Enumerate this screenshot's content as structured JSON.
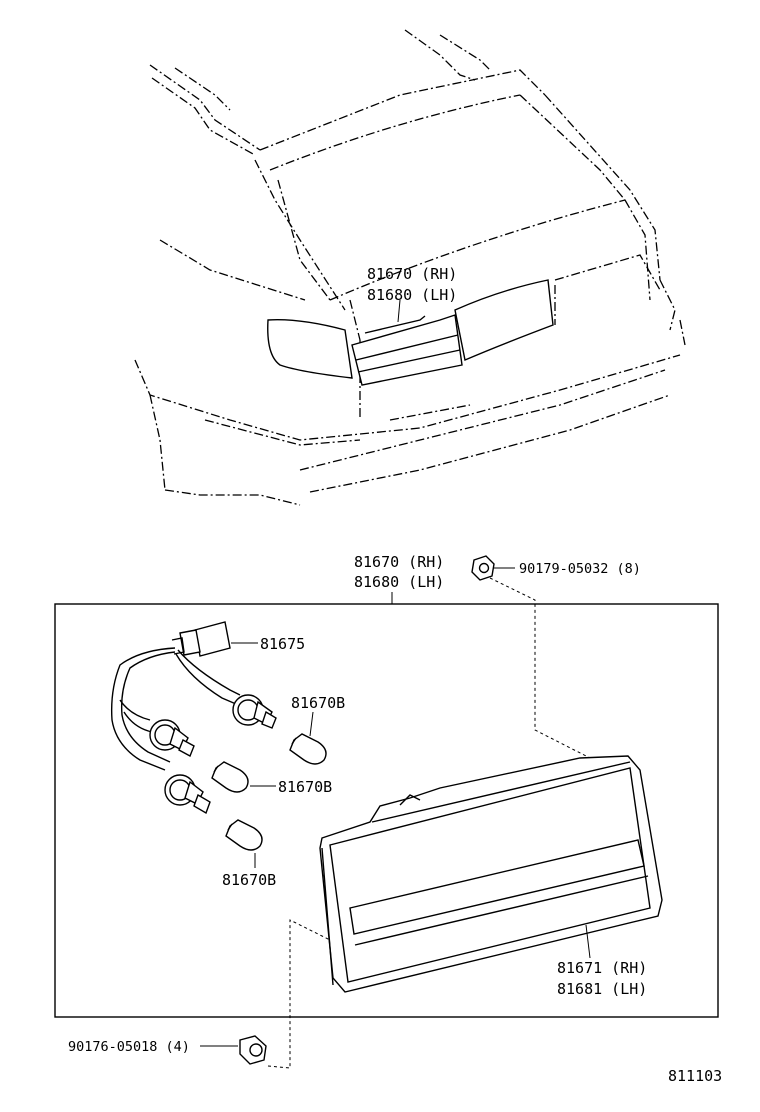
{
  "labels": {
    "car_rh": "81670 (RH)",
    "car_lh": "81680 (LH)",
    "assy_rh": "81670 (RH)",
    "assy_lh": "81680 (LH)",
    "nut": "90179-05032 (8)",
    "socket_wire": "81675",
    "bulb_1": "81670B",
    "bulb_2": "81670B",
    "bulb_3": "81670B",
    "lens_rh": "81671 (RH)",
    "lens_lh": "81681 (LH)",
    "clip": "90176-05018 (4)",
    "diagram_number": "811103"
  }
}
